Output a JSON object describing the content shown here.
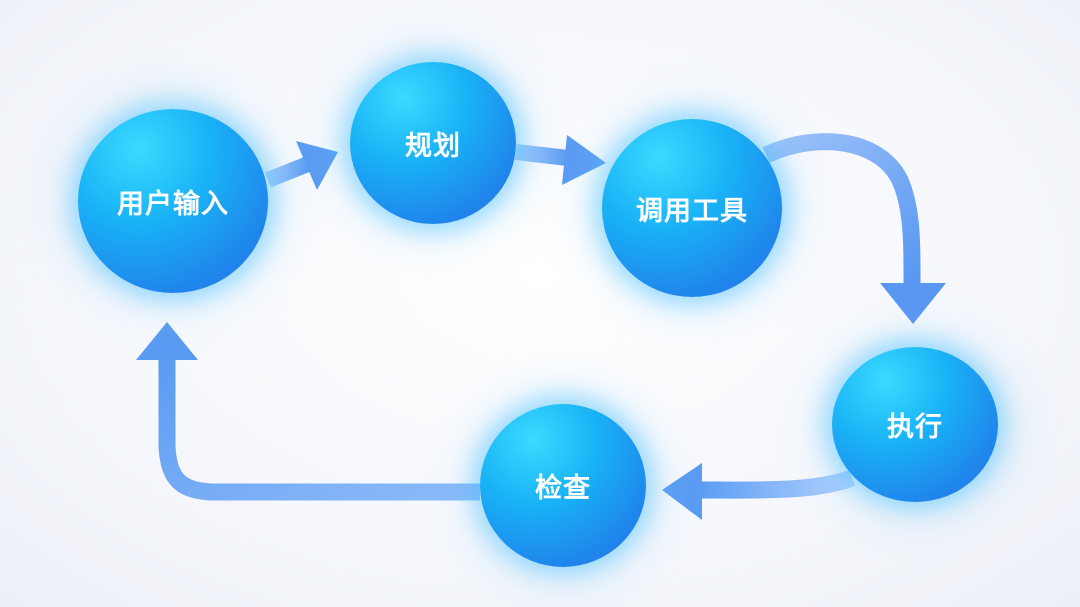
{
  "diagram": {
    "nodes": [
      {
        "id": "input",
        "label": "用户输入"
      },
      {
        "id": "plan",
        "label": "规划"
      },
      {
        "id": "tools",
        "label": "调用工具"
      },
      {
        "id": "execute",
        "label": "执行"
      },
      {
        "id": "check",
        "label": "检查"
      }
    ],
    "edges": [
      {
        "from": "input",
        "to": "plan"
      },
      {
        "from": "plan",
        "to": "tools"
      },
      {
        "from": "tools",
        "to": "execute"
      },
      {
        "from": "execute",
        "to": "check"
      },
      {
        "from": "check",
        "to": "input"
      }
    ],
    "colors": {
      "node_light": "#39dbff",
      "node_dark": "#2a72e6",
      "arrow": "#5a9bf2",
      "arrow_light": "#9fc4fa",
      "label": "#ffffff"
    }
  }
}
